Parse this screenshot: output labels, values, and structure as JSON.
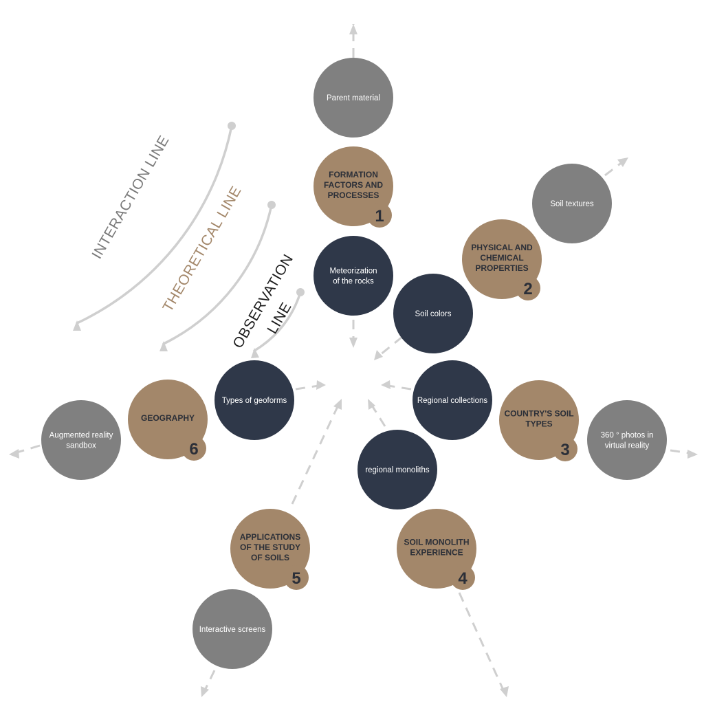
{
  "line_labels": {
    "interaction": "INTERACTION LINE",
    "theoretical": "THEORETICAL LINE",
    "observation_line1": "OBSERVATION",
    "observation_line2": "LINE"
  },
  "interaction_nodes": [
    [
      "Parent material"
    ],
    [
      "Soil textures"
    ],
    [
      "360 ° photos in",
      "virtual reality"
    ],
    [
      "Interactive screens"
    ],
    [
      "Augmented reality",
      "sandbox"
    ]
  ],
  "theoretical_nodes": [
    {
      "lines": [
        "FORMATION",
        "FACTORS AND",
        "PROCESSES"
      ],
      "number": "1"
    },
    {
      "lines": [
        "PHYSICAL AND",
        "CHEMICAL",
        "PROPERTIES"
      ],
      "number": "2"
    },
    {
      "lines": [
        "COUNTRY'S SOIL",
        "TYPES"
      ],
      "number": "3"
    },
    {
      "lines": [
        "SOIL MONOLITH",
        "EXPERIENCE"
      ],
      "number": "4"
    },
    {
      "lines": [
        "APPLICATIONS",
        "OF THE STUDY",
        "OF SOILS"
      ],
      "number": "5"
    },
    {
      "lines": [
        "GEOGRAPHY"
      ],
      "number": "6"
    }
  ],
  "observation_nodes": [
    [
      "Meteorization",
      "of the rocks"
    ],
    [
      "Soil colors"
    ],
    [
      "Regional collections"
    ],
    [
      "regional monoliths"
    ],
    [
      "Types of geoforms"
    ]
  ],
  "colors": {
    "interaction": "#808080",
    "theoretical": "#a3876a",
    "observation": "#2f3849",
    "connector": "#cfcfcf",
    "interaction_label": "#7a7a7a",
    "theoretical_label": "#a3876a",
    "observation_label": "#1e1e1e"
  }
}
